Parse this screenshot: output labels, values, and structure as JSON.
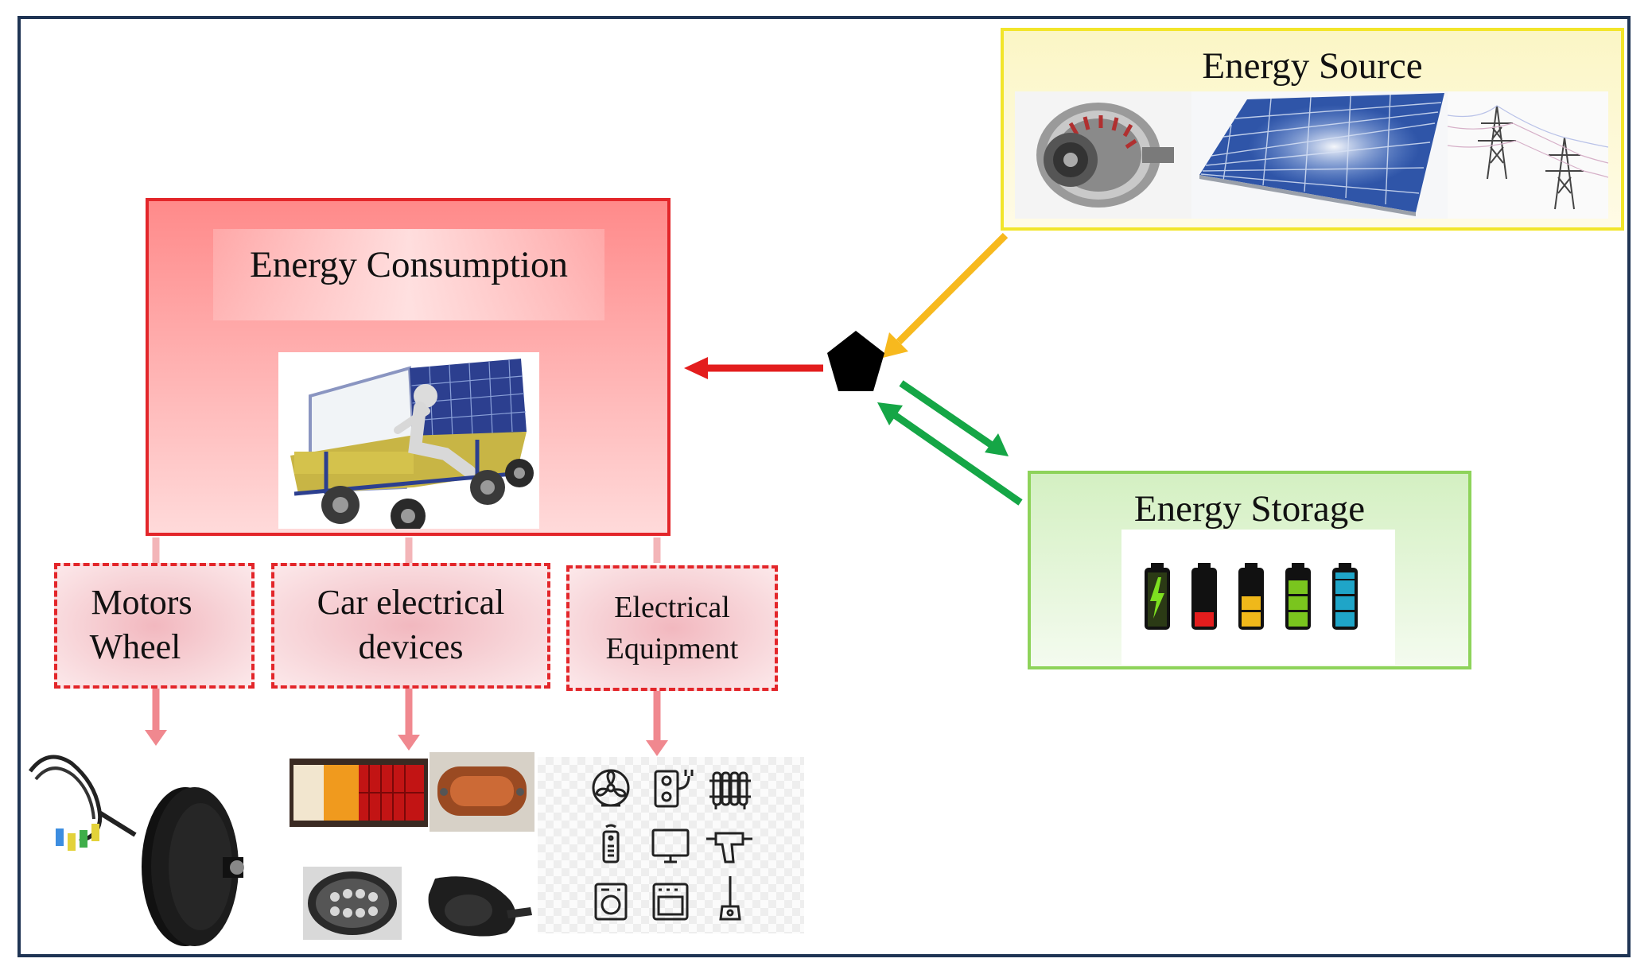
{
  "diagram": {
    "energy_source": {
      "title": "Energy Source"
    },
    "energy_consumption": {
      "title": "Energy Consumption"
    },
    "energy_storage": {
      "title": "Energy Storage"
    },
    "loads": {
      "motors_wheel": {
        "line1": "Motors",
        "line2": "Wheel"
      },
      "car_electrical_devices": {
        "line1": "Car electrical",
        "line2": "devices"
      },
      "electrical_equipment": {
        "line1": "Electrical",
        "line2": "Equipment"
      }
    },
    "colors": {
      "frame": "#1f3454",
      "source_border": "#f2e52a",
      "consumption_border": "#e3262a",
      "storage_border": "#8ed35a",
      "arrow_source": "#f7b91e",
      "arrow_consumption": "#e31d1d",
      "arrow_storage": "#15a646",
      "hub": "#000000"
    },
    "icons": [
      "alternator-icon",
      "solar-panel-icon",
      "power-line-tower-icon",
      "electric-vehicle-icon",
      "battery-icon",
      "hub-motor-icon",
      "tail-light-icon",
      "headlight-icon",
      "horn-icon",
      "fan-icon",
      "outlet-icon",
      "radiator-icon",
      "remote-icon",
      "tv-icon",
      "drill-icon",
      "washer-icon",
      "oven-icon",
      "vacuum-icon"
    ]
  }
}
